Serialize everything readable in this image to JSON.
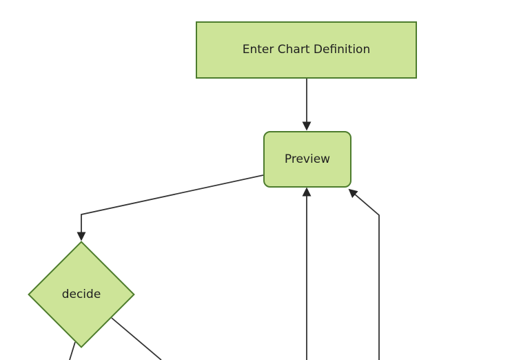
{
  "diagram": {
    "type": "flowchart",
    "direction": "top-down",
    "nodes": [
      {
        "id": "enter-chart-definition",
        "label": "Enter Chart Definition",
        "shape": "rectangle"
      },
      {
        "id": "preview",
        "label": "Preview",
        "shape": "rounded-rectangle"
      },
      {
        "id": "decide",
        "label": "decide",
        "shape": "diamond"
      }
    ],
    "edges": [
      {
        "from": "enter-chart-definition",
        "to": "preview",
        "arrowhead": true
      },
      {
        "from": "preview",
        "to": "decide",
        "arrowhead": true
      },
      {
        "from": "offscreen-bottom-center",
        "to": "preview",
        "arrowhead": true
      },
      {
        "from": "offscreen-bottom-right",
        "to": "preview",
        "arrowhead": true
      },
      {
        "from": "decide",
        "to": "offscreen-bottom-left",
        "arrowhead": false
      },
      {
        "from": "decide",
        "to": "offscreen-bottom-right",
        "arrowhead": false
      }
    ],
    "colors": {
      "background": "#ffffff",
      "node_fill": "#cde498",
      "node_border": "#4d7c2d",
      "edge_line": "#333333",
      "arrowhead": "#262626",
      "label_text": "#1f1f1f"
    }
  }
}
